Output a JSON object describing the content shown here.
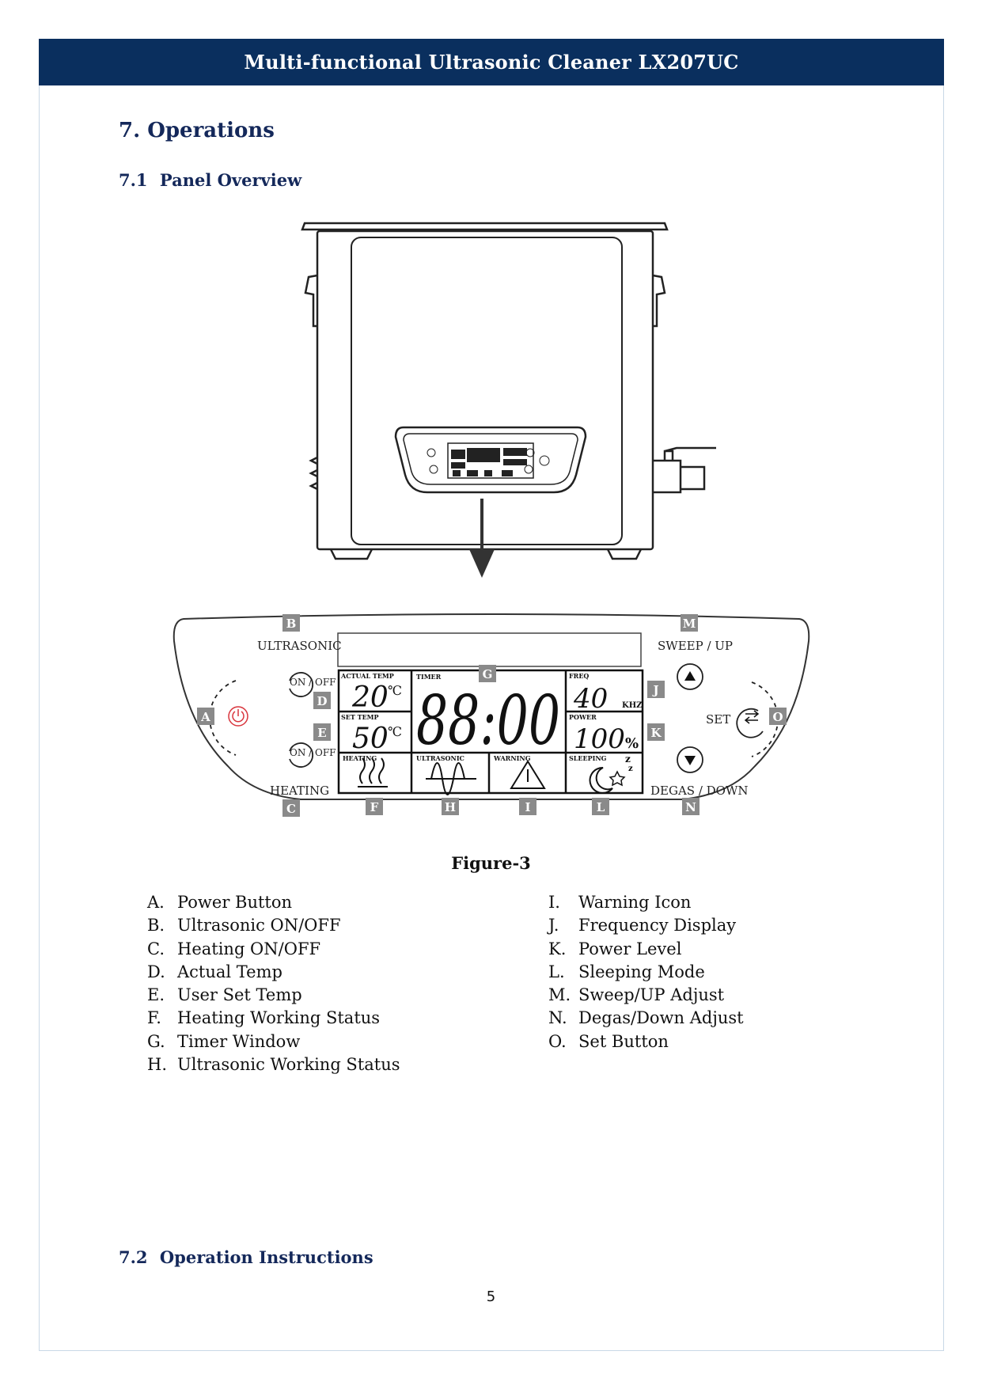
{
  "header": {
    "title": "Multi-functional Ultrasonic Cleaner LX207UC"
  },
  "section": {
    "number": "7.",
    "title": "Operations"
  },
  "subsection_1": {
    "number": "7.1",
    "title": "Panel Overview"
  },
  "subsection_2": {
    "number": "7.2",
    "title": "Operation Instructions"
  },
  "panel": {
    "label_ultrasonic": "ULTRASONIC",
    "label_heating": "HEATING",
    "label_sweep_up": "SWEEP / UP",
    "label_degas_down": "DEGAS / DOWN",
    "label_set": "SET",
    "on_off_1": "ON / OFF",
    "on_off_2": "ON / OFF",
    "actual_temp_label": "ACTUAL TEMP",
    "actual_temp_value": "20",
    "set_temp_label": "SET TEMP",
    "set_temp_value": "50",
    "temp_unit_1": "℃",
    "temp_unit_2": "℃",
    "timer_label": "TIMER",
    "timer_value": "88:00",
    "freq_label": "FREQ",
    "freq_value": "40",
    "freq_unit": "KHZ",
    "power_label": "POWER",
    "power_value": "100",
    "power_unit": "%",
    "heating_label": "HEATING",
    "ultrasonic_label": "ULTRASONIC",
    "warning_label": "WARNING",
    "sleeping_label": "SLEEPING",
    "tags": [
      "A",
      "B",
      "C",
      "D",
      "E",
      "F",
      "G",
      "H",
      "I",
      "J",
      "K",
      "L",
      "M",
      "N",
      "O"
    ]
  },
  "figure_caption": "Figure-3",
  "legend_left": [
    {
      "key": "A.",
      "text": "Power Button"
    },
    {
      "key": "B.",
      "text": "Ultrasonic ON/OFF"
    },
    {
      "key": "C.",
      "text": "Heating ON/OFF"
    },
    {
      "key": "D.",
      "text": "Actual Temp"
    },
    {
      "key": "E.",
      "text": "User Set Temp"
    },
    {
      "key": "F.",
      "text": "Heating Working Status"
    },
    {
      "key": "G.",
      "text": "Timer Window"
    },
    {
      "key": "H.",
      "text": "Ultrasonic Working Status"
    }
  ],
  "legend_right": [
    {
      "key": "I.",
      "text": "Warning Icon"
    },
    {
      "key": "J.",
      "text": "Frequency Display"
    },
    {
      "key": "K.",
      "text": "Power Level"
    },
    {
      "key": "L.",
      "text": "Sleeping Mode"
    },
    {
      "key": "M.",
      "text": "Sweep/UP Adjust"
    },
    {
      "key": "N.",
      "text": "Degas/Down Adjust"
    },
    {
      "key": "O.",
      "text": "Set Button"
    }
  ],
  "page_number": "5",
  "colors": {
    "header_bg": "#0a2f5e",
    "heading": "#14285a",
    "tag_bg": "#8a8a8a",
    "power_red": "#d9363e"
  }
}
